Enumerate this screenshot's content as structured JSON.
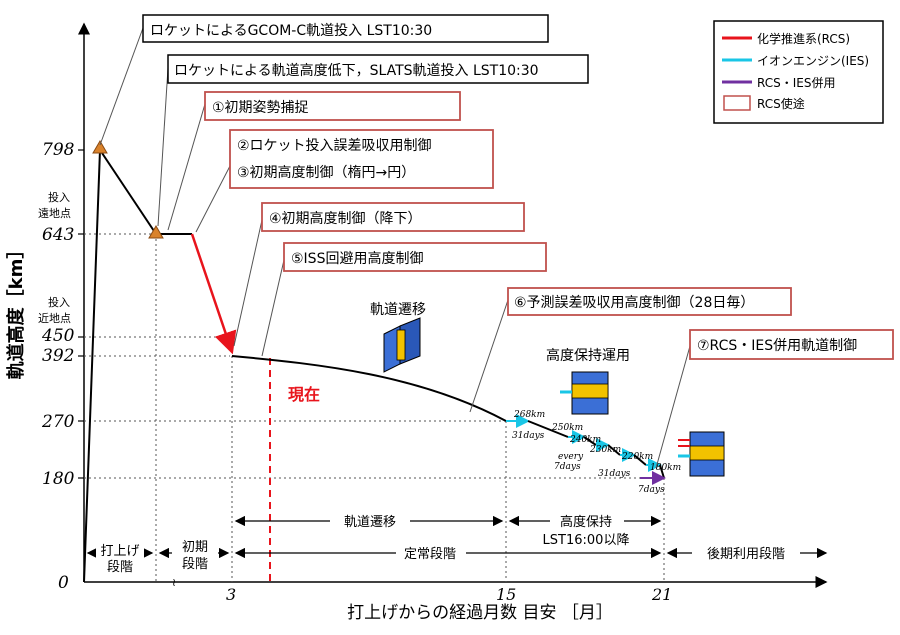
{
  "axes": {
    "y_title": "軌道高度［km］",
    "x_title": "打上げからの経過月数 目安 ［月］",
    "y_ticks": [
      "798",
      "643",
      "450",
      "392",
      "270",
      "180",
      "0"
    ],
    "x_ticks": [
      "3",
      "15",
      "21"
    ],
    "apogee_label": [
      "投入",
      "遠地点"
    ],
    "perigee_label": [
      "投入",
      "近地点"
    ]
  },
  "callouts": {
    "c1": "ロケットによるGCOM-C軌道投入 LST10:30",
    "c2": "ロケットによる軌道高度低下，SLATS軌道投入 LST10:30",
    "c3": "①初期姿勢捕捉",
    "c4a": "②ロケット投入誤差吸収用制御",
    "c4b": "③初期高度制御（楕円→円）",
    "c5": "④初期高度制御（降下）",
    "c6": "⑤ISS回避用高度制御",
    "c7": "⑥予測誤差吸収用高度制御（28日毎）",
    "c8": "⑦RCS・IES併用軌道制御"
  },
  "legend": {
    "rcs": "化学推進系(RCS)",
    "ies": "イオンエンジン(IES)",
    "both": "RCS・IES併用",
    "box": "RCS使途"
  },
  "labels": {
    "orbit_transfer": "軌道遷移",
    "altitude_ops": "高度保持運用",
    "now": "現在"
  },
  "steps": {
    "s1": "268km",
    "s2": "31days",
    "s3": "250km",
    "s4": "240km",
    "s5": "every",
    "s6": "7days",
    "s7": "230km",
    "s8": "220km",
    "s9": "31days",
    "s10": "180km",
    "s11": "7days"
  },
  "phases": {
    "launch": [
      "打上げ",
      "段階"
    ],
    "initial": [
      "初期",
      "段階"
    ],
    "transfer": "軌道遷移",
    "hold": "高度保持",
    "hold_lst": "LST16:00以降",
    "steady": "定常段階",
    "later": "後期利用段階"
  },
  "colors": {
    "rcs": "#e8141c",
    "ies": "#19c6e6",
    "both": "#7030a0",
    "box": "#c0504d",
    "marker": "#d9822b"
  }
}
